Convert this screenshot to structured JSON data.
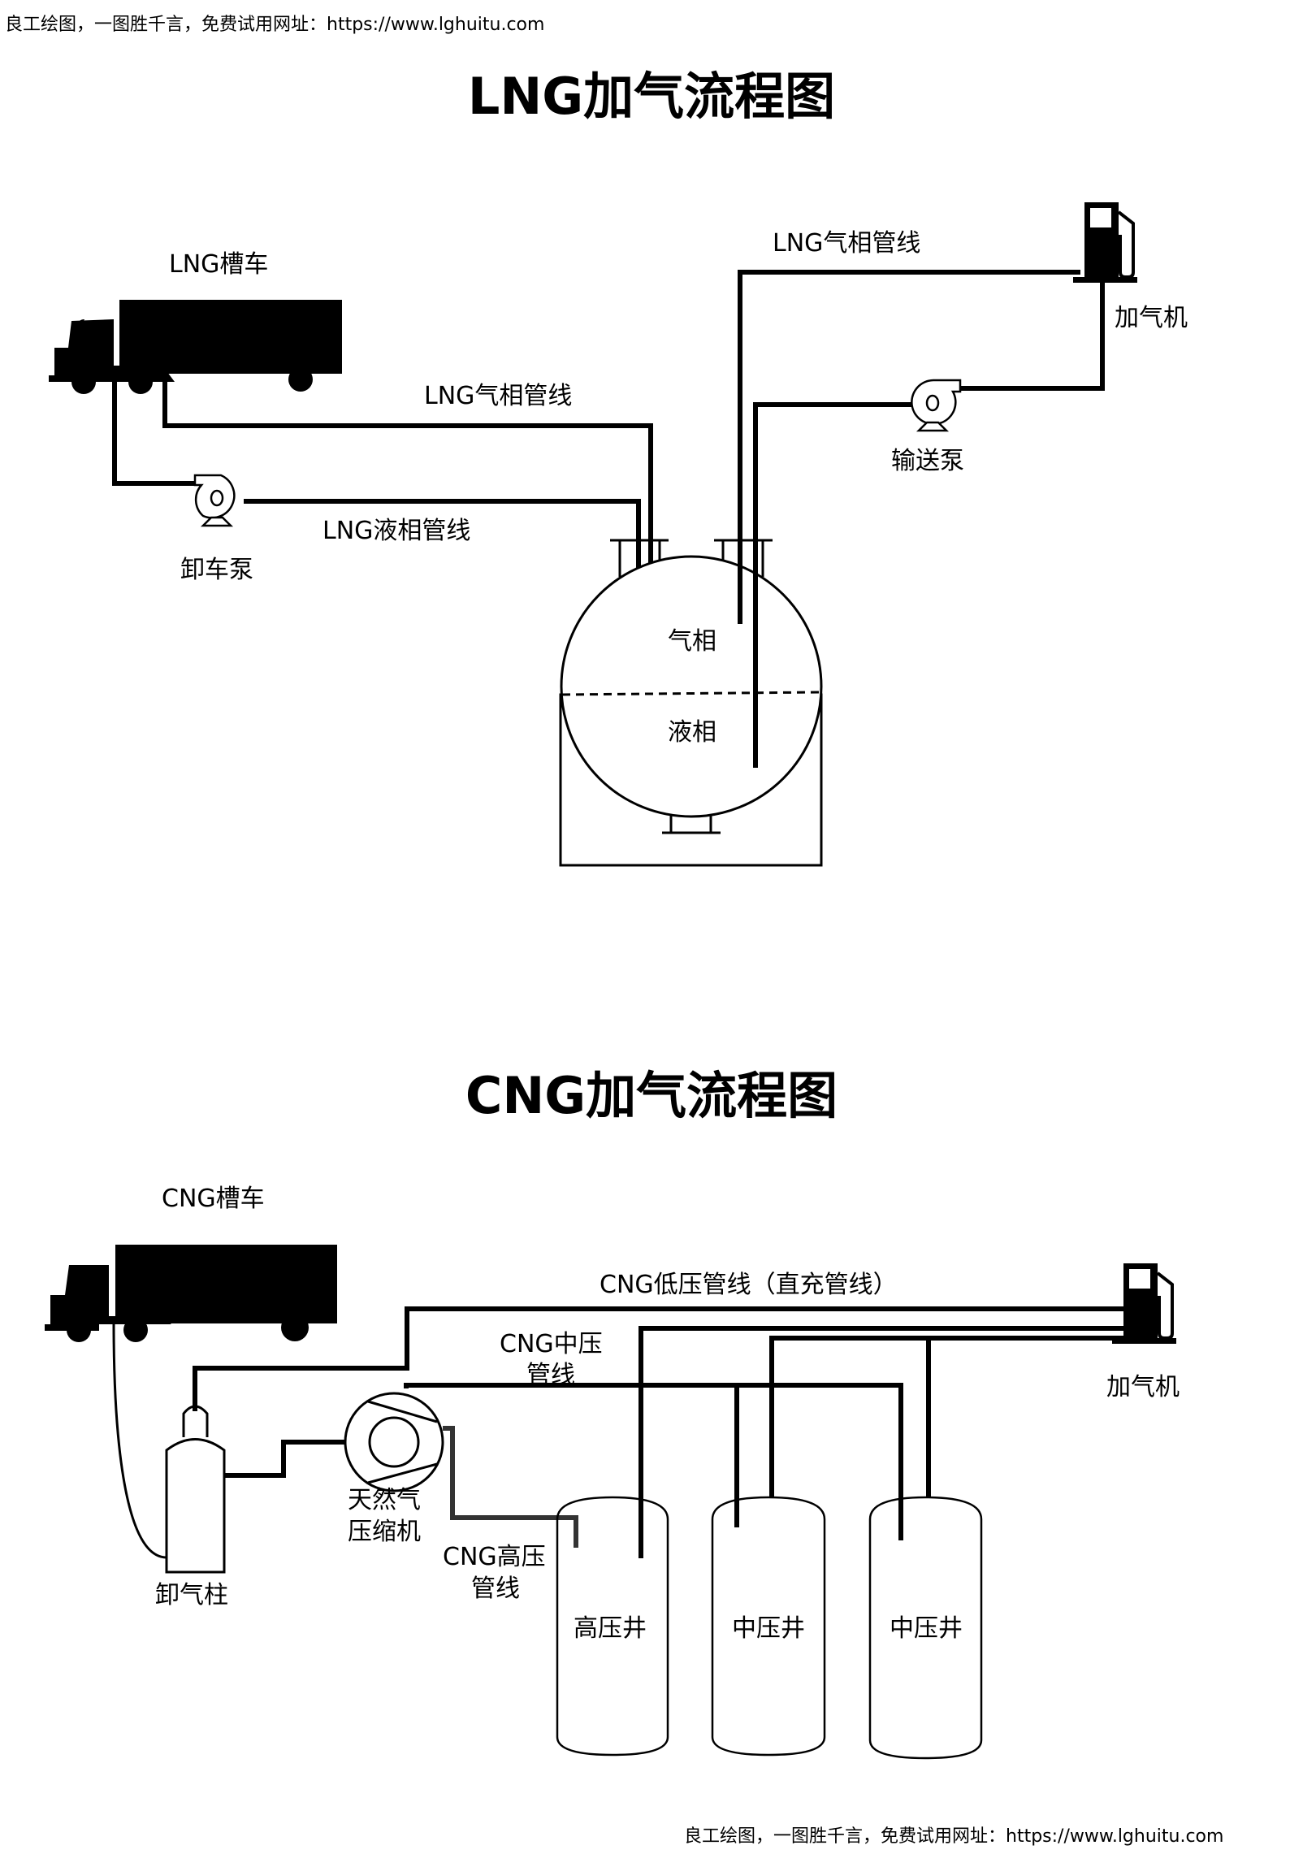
{
  "watermark": {
    "top": "良工绘图，一图胜千言，免费试用网址：https://www.lghuitu.com",
    "bottom": "良工绘图，一图胜千言，免费试用网址：https://www.lghuitu.com"
  },
  "lng": {
    "title": "LNG加气流程图",
    "truck_label": "LNG槽车",
    "gas_line_left_label": "LNG气相管线",
    "liquid_line_label": "LNG液相管线",
    "unload_pump_label": "卸车泵",
    "gas_line_right_label": "LNG气相管线",
    "dispenser_label": "加气机",
    "transfer_pump_label": "输送泵",
    "tank_gas_label": "气相",
    "tank_liquid_label": "液相"
  },
  "cng": {
    "title": "CNG加气流程图",
    "truck_label": "CNG槽车",
    "low_line_label": "CNG低压管线（直充管线）",
    "mid_line_label": "CNG中压\n管线",
    "mid_line_label_1": "CNG中压",
    "mid_line_label_2": "管线",
    "high_line_label_1": "CNG高压",
    "high_line_label_2": "管线",
    "compressor_label_1": "天然气",
    "compressor_label_2": "压缩机",
    "unload_post_label": "卸气柱",
    "dispenser_label": "加气机",
    "wells": [
      {
        "label": "高压井"
      },
      {
        "label": "中压井"
      },
      {
        "label": "中压井"
      }
    ]
  }
}
